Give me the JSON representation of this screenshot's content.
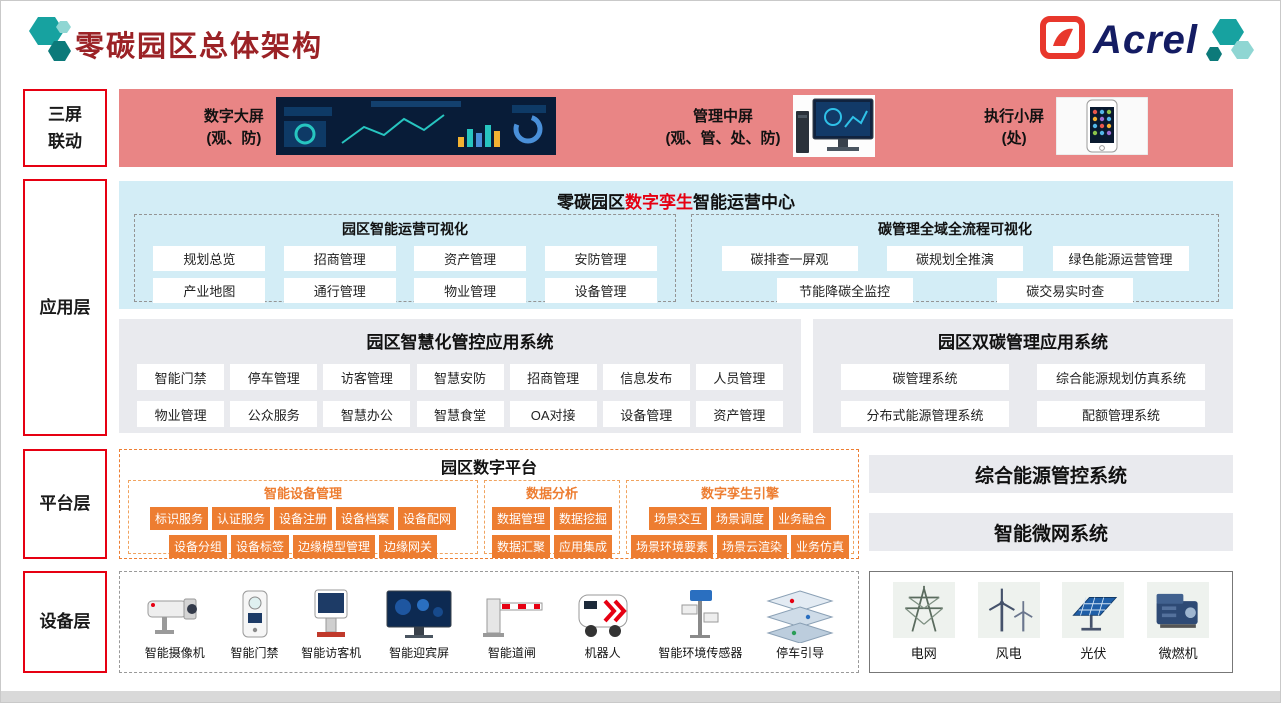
{
  "header": {
    "title": "零碳园区总体架构",
    "brand": "Acrel"
  },
  "screens_row": {
    "layer_label_line1": "三屏",
    "layer_label_line2": "联动",
    "items": [
      {
        "title": "数字大屏",
        "subtitle": "(观、防)"
      },
      {
        "title": "管理中屏",
        "subtitle": "(观、管、处、防)"
      },
      {
        "title": "执行小屏",
        "subtitle": "(处)"
      }
    ]
  },
  "application_layer": {
    "layer_label": "应用层",
    "operation_center": {
      "title_prefix": "零碳园区",
      "title_highlight": "数字孪生",
      "title_suffix": "智能运营中心",
      "smart_ops": {
        "title": "园区智能运营可视化",
        "row1": [
          "规划总览",
          "招商管理",
          "资产管理",
          "安防管理"
        ],
        "row2": [
          "产业地图",
          "通行管理",
          "物业管理",
          "设备管理"
        ]
      },
      "carbon_ops": {
        "title": "碳管理全域全流程可视化",
        "row1": [
          "碳排查一屏观",
          "碳规划全推演",
          "绿色能源运营管理"
        ],
        "row2": [
          "节能降碳全监控",
          "碳交易实时查"
        ]
      }
    },
    "smart_mgmt_system": {
      "title": "园区智慧化管控应用系统",
      "row1": [
        "智能门禁",
        "停车管理",
        "访客管理",
        "智慧安防",
        "招商管理",
        "信息发布",
        "人员管理"
      ],
      "row2": [
        "物业管理",
        "公众服务",
        "智慧办公",
        "智慧食堂",
        "OA对接",
        "设备管理",
        "资产管理"
      ]
    },
    "dual_carbon_system": {
      "title": "园区双碳管理应用系统",
      "row1": [
        "碳管理系统",
        "综合能源规划仿真系统"
      ],
      "row2": [
        "分布式能源管理系统",
        "配额管理系统"
      ]
    }
  },
  "platform_layer": {
    "layer_label": "平台层",
    "digital_platform": {
      "title": "园区数字平台",
      "device_mgmt": {
        "title": "智能设备管理",
        "row1": [
          "标识服务",
          "认证服务",
          "设备注册",
          "设备档案",
          "设备配网"
        ],
        "row2": [
          "设备分组",
          "设备标签",
          "边缘模型管理",
          "边缘网关"
        ]
      },
      "data_analysis": {
        "title": "数据分析",
        "row1": [
          "数据管理",
          "数据挖掘"
        ],
        "row2": [
          "数据汇聚",
          "应用集成"
        ]
      },
      "twin_engine": {
        "title": "数字孪生引擎",
        "row1": [
          "场景交互",
          "场景调度",
          "业务融合"
        ],
        "row2": [
          "场景环境要素",
          "场景云渲染",
          "业务仿真"
        ]
      }
    },
    "side_systems": [
      "综合能源管控系统",
      "智能微网系统"
    ]
  },
  "device_layer": {
    "layer_label": "设备层",
    "smart_devices": [
      "智能摄像机",
      "智能门禁",
      "智能访客机",
      "智能迎宾屏",
      "智能道闸",
      "机器人",
      "智能环境传感器",
      "停车引导"
    ],
    "energy_devices": [
      "电网",
      "风电",
      "光伏",
      "微燃机"
    ]
  },
  "colors": {
    "accent_red": "#e60012",
    "pink_band": "#e98585",
    "light_blue": "#d3edf6",
    "panel_gray": "#e9eaee",
    "orange": "#ed7d31",
    "brand_navy": "#141c63",
    "teal": "#17a2a0",
    "title_red": "#9b2226"
  }
}
